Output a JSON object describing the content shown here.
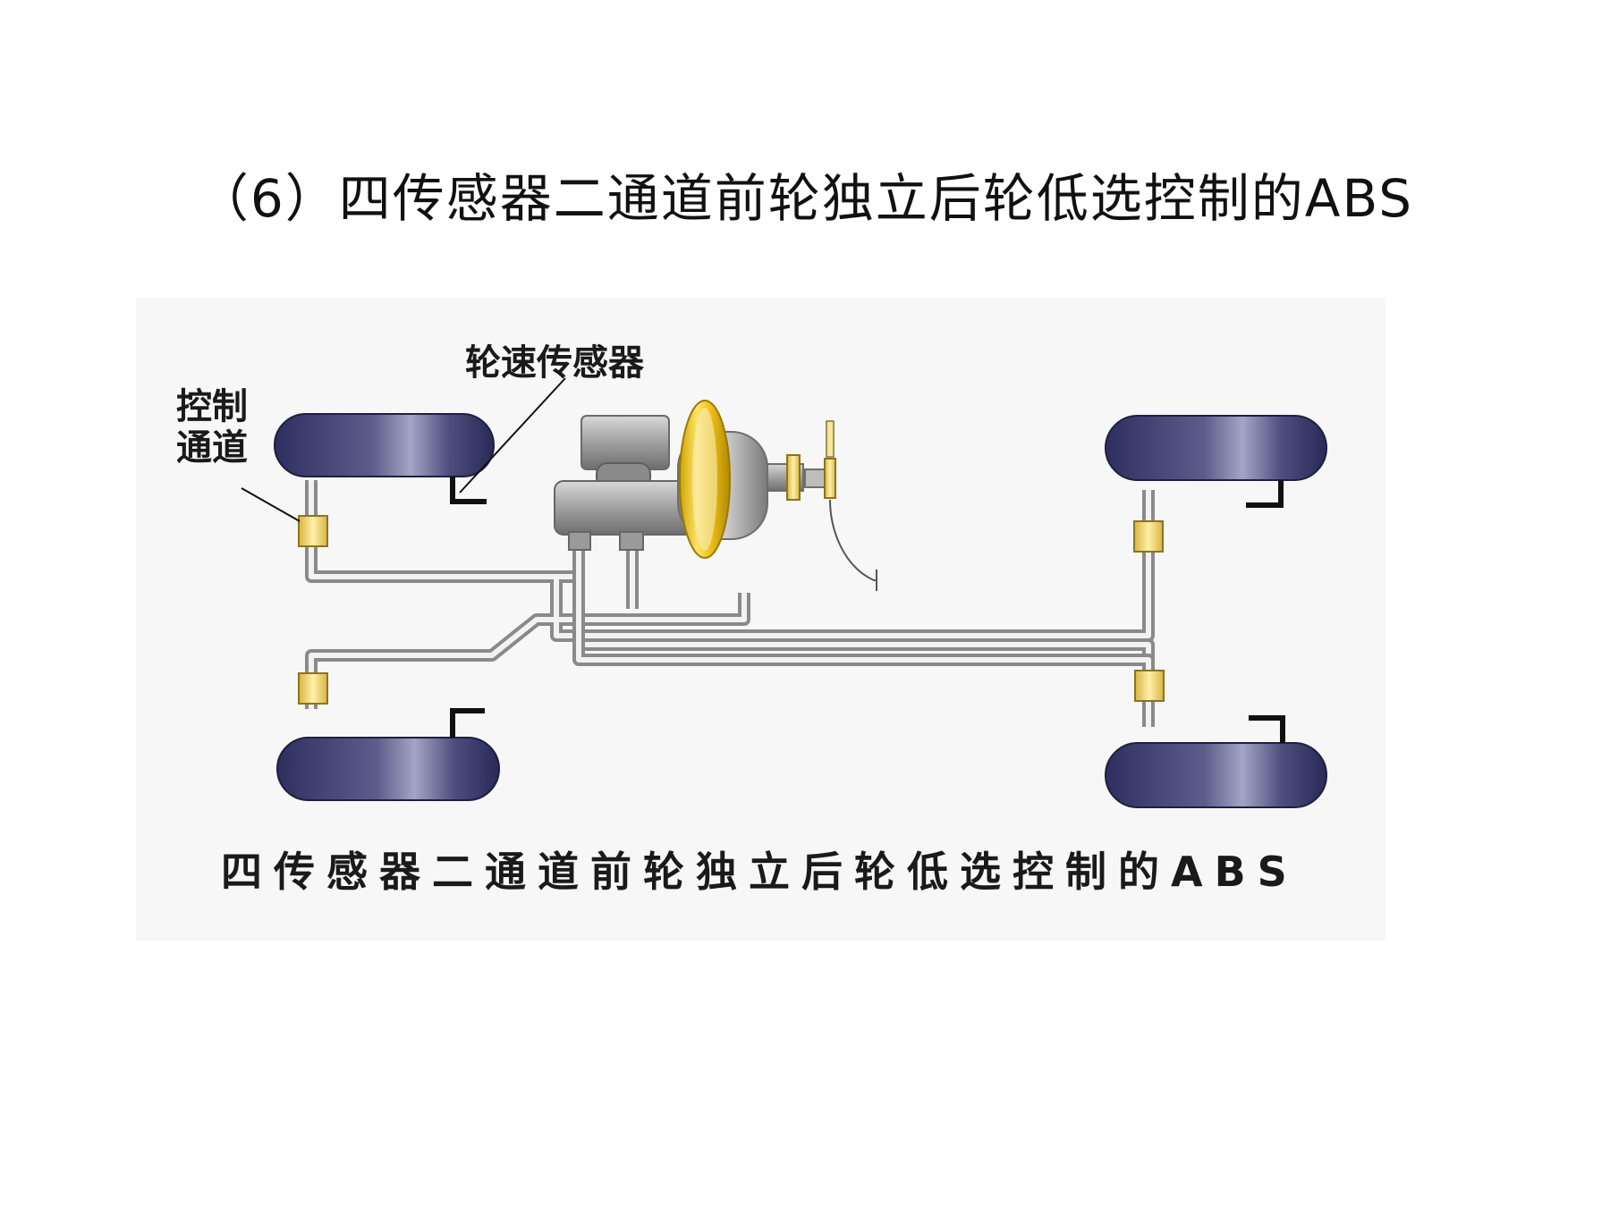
{
  "slide": {
    "title": "（6）四传感器二通道前轮独立后轮低选控制的ABS"
  },
  "diagram": {
    "label_sensor": "轮速传感器",
    "label_control_line1": "控制",
    "label_control_line2": "通道",
    "caption": "四传感器二通道前轮独立后轮低选控制的ABS",
    "colors": {
      "tire": "#3b3b6e",
      "valve": "#f2d26a",
      "booster_ring": "#e3b514",
      "pipe": "#9a9a9a",
      "background": "#f7f7f8"
    }
  }
}
